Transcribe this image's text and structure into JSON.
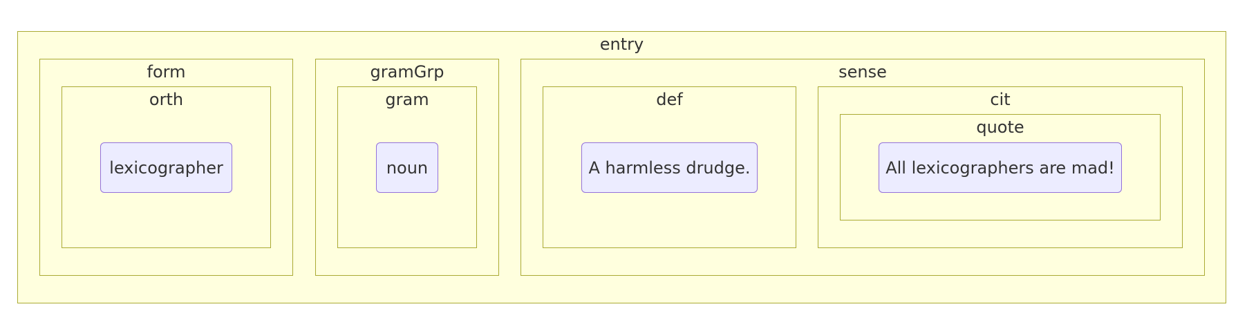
{
  "diagram": {
    "entry": {
      "label": "entry",
      "form": {
        "label": "form",
        "orth": {
          "label": "orth",
          "node": "lexicographer"
        }
      },
      "gramGrp": {
        "label": "gramGrp",
        "gram": {
          "label": "gram",
          "node": "noun"
        }
      },
      "sense": {
        "label": "sense",
        "def": {
          "label": "def",
          "node": "A harmless drudge."
        },
        "cit": {
          "label": "cit",
          "quote": {
            "label": "quote",
            "node": "All lexicographers are mad!"
          }
        }
      }
    }
  },
  "colors": {
    "cluster_fill": "#ffffde",
    "cluster_border": "#aaaa33",
    "node_fill": "#ececff",
    "node_border": "#9370db",
    "text": "#333333"
  }
}
